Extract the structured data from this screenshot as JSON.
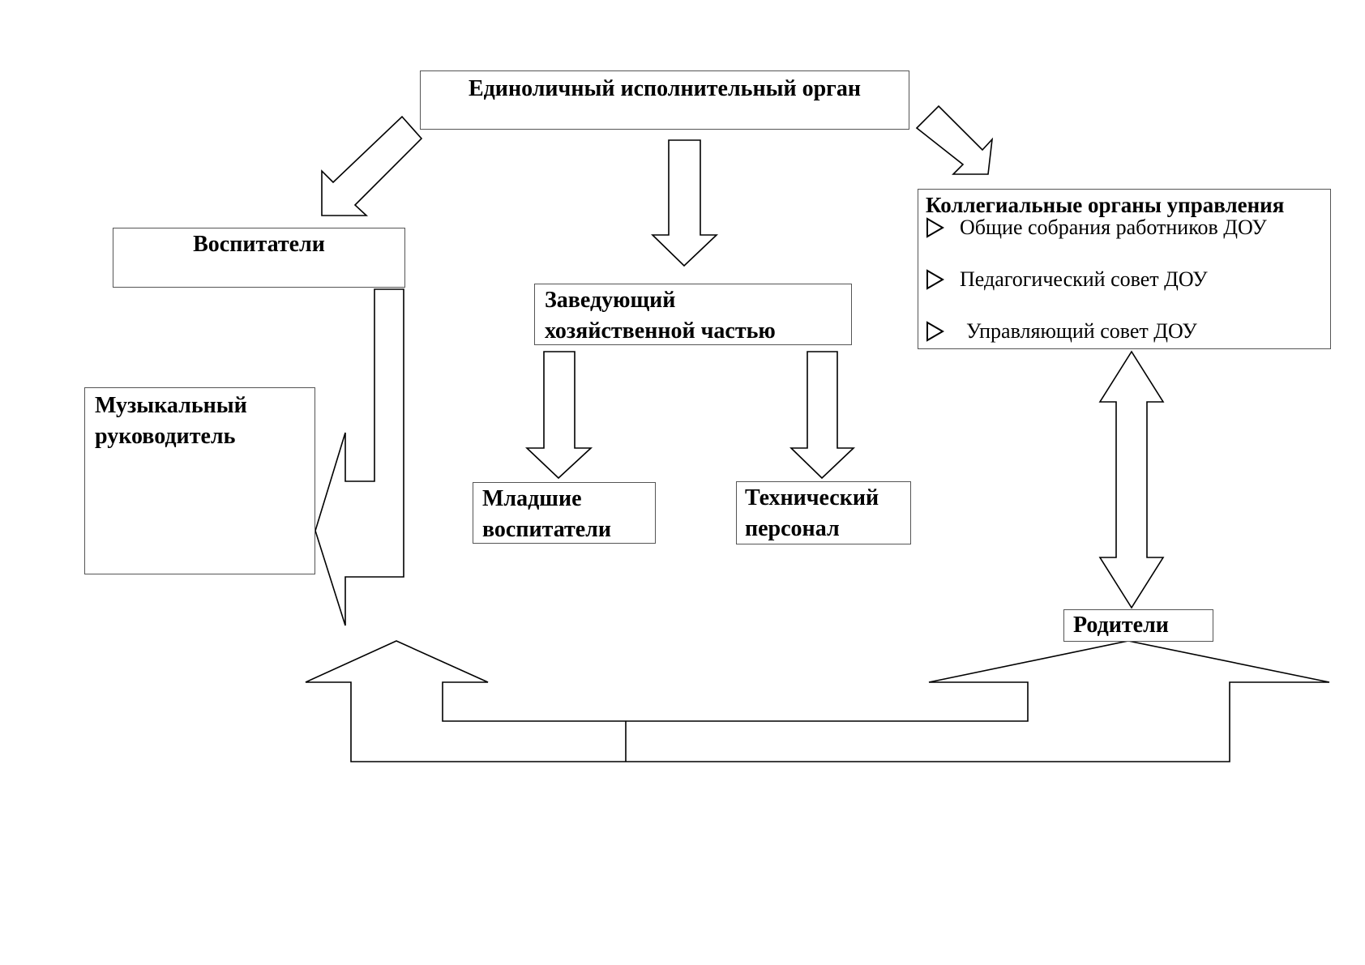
{
  "head": {
    "title": "Единоличный исполнительный орган"
  },
  "educators": {
    "title": "Воспитатели"
  },
  "music_director": {
    "title": "Музыкальный руководитель"
  },
  "facilities_manager": {
    "title": "Заведующий хозяйственной частью"
  },
  "junior_educators": {
    "title": "Младшие воспитатели"
  },
  "technical_staff": {
    "title": "Технический персонал"
  },
  "collegial_bodies": {
    "title": "Коллегиальные органы управления",
    "items": [
      {
        "label": "Общие собрания работников ДОУ"
      },
      {
        "label": "Педагогический совет ДОУ"
      },
      {
        "label": "Управляющий совет ДОУ"
      }
    ]
  },
  "parents": {
    "title": "Родители"
  },
  "colors": {
    "stroke": "#000000",
    "box_border": "#555555",
    "background": "#ffffff"
  }
}
